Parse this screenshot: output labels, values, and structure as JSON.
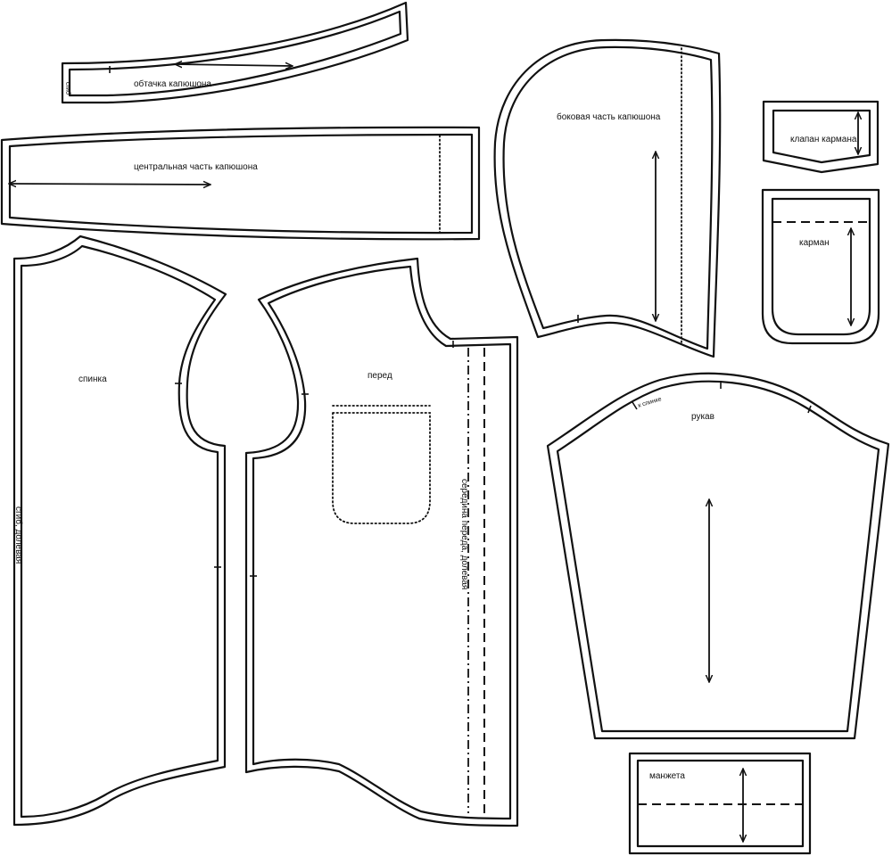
{
  "pieces": {
    "hood_facing": {
      "label": "обтачка капюшона",
      "fold_mark": "сгиб"
    },
    "hood_center": {
      "label": "центральная часть капюшона"
    },
    "hood_side": {
      "label": "боковая часть капюшона"
    },
    "pocket_flap": {
      "label": "клапан кармана"
    },
    "pocket": {
      "label": "карман"
    },
    "back": {
      "label": "спинка",
      "edge_label": "сгиб, долевая"
    },
    "front": {
      "label": "перед",
      "edge_label": "середина переда, долевая"
    },
    "sleeve": {
      "label": "рукав",
      "notch_label": "к спинке"
    },
    "cuff": {
      "label": "манжета"
    }
  }
}
